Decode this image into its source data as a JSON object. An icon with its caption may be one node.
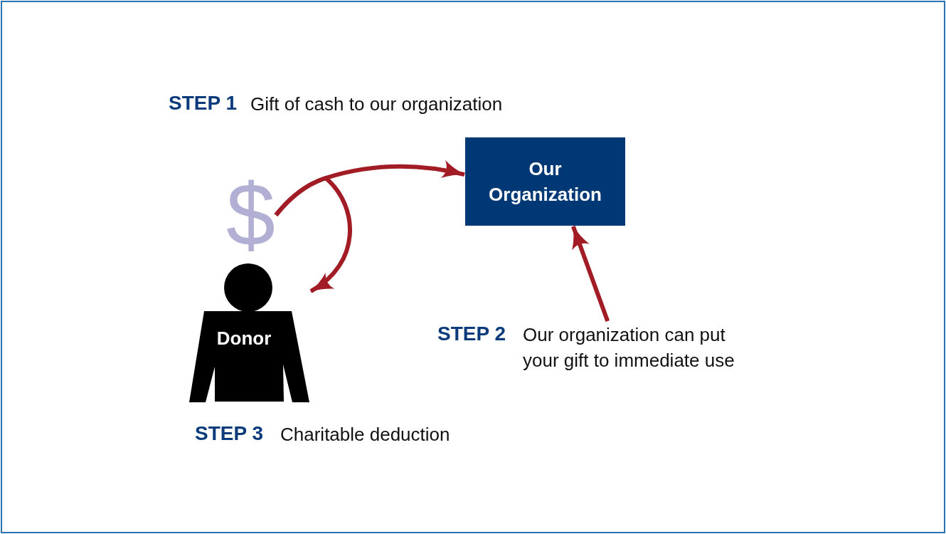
{
  "diagram": {
    "nodes": [
      {
        "text": [
          "$"
        ]
      },
      {
        "text": [
          "Our Organization"
        ]
      },
      {
        "text": [
          "Donor"
        ]
      },
      {
        "text": [
          "STEP 2",
          "Our organization can put your gift to immediate use"
        ]
      }
    ],
    "edges": [
      {
        "from": 0,
        "to": 1,
        "arrow": "to"
      },
      {
        "from": 0,
        "to": 2,
        "arrow": "to"
      },
      {
        "from": 3,
        "to": 1,
        "arrow": "to"
      }
    ],
    "labels": [
      "STEP 1",
      "Gift of cash to our organization",
      "STEP 3",
      "Charitable deduction"
    ]
  }
}
